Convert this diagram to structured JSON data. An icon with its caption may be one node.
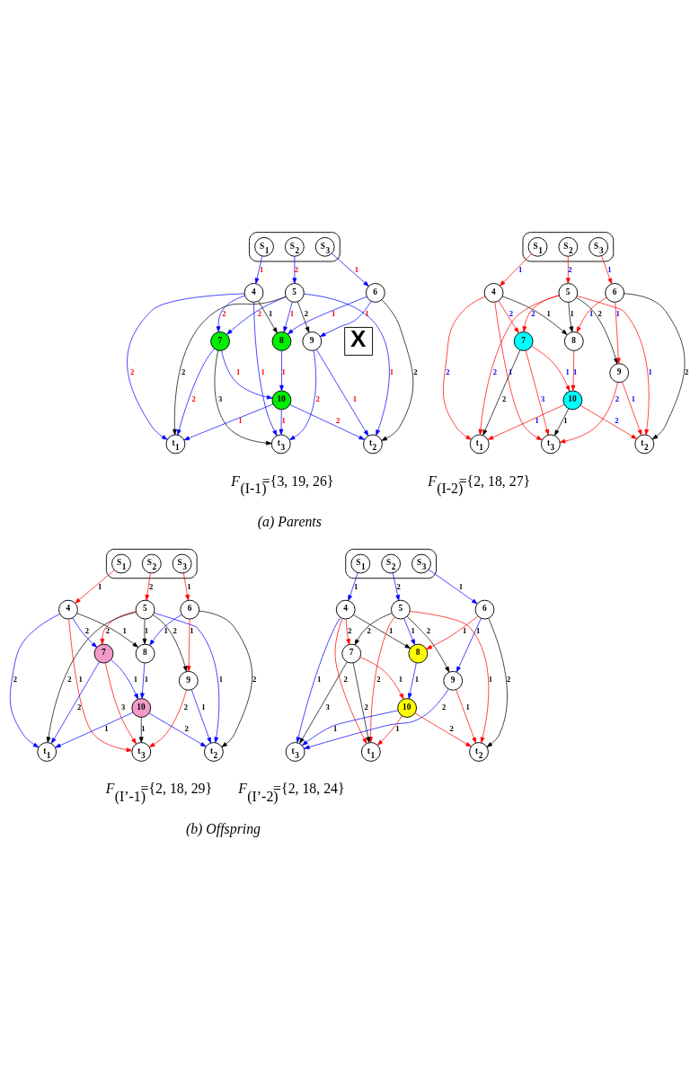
{
  "diagram": {
    "nodes": [
      {
        "text": [],
        "shape": "ellipse"
      },
      {
        "text": [
          "S$_{1}$"
        ],
        "in": 0
      },
      {
        "text": [
          "S$_{2}$"
        ],
        "in": 0
      },
      {
        "text": [
          "S$_{3}$"
        ],
        "in": 0
      },
      {
        "text": [
          "4"
        ]
      },
      {
        "text": [
          "5"
        ]
      },
      {
        "text": [
          "6"
        ]
      },
      {
        "text": [
          "7"
        ]
      },
      {
        "text": [
          "8"
        ]
      },
      {
        "text": [
          "9"
        ]
      },
      {
        "text": [
          "10"
        ]
      },
      {
        "text": [
          "t$_{1}$"
        ]
      },
      {
        "text": [
          "t$_{2}$"
        ]
      },
      {
        "text": [
          "t$_{3}$"
        ]
      },
      {
        "text": [
          "X"
        ]
      },
      {
        "text": [],
        "shape": "ellipse"
      },
      {
        "text": [
          "S$_{1}$"
        ],
        "in": 15
      },
      {
        "text": [
          "S$_{2}$"
        ],
        "in": 15
      },
      {
        "text": [
          "S$_{3}$"
        ],
        "in": 15
      },
      {
        "text": [
          "4"
        ]
      },
      {
        "text": [
          "5"
        ]
      },
      {
        "text": [
          "6"
        ]
      },
      {
        "text": [
          "7"
        ]
      },
      {
        "text": [
          "8"
        ]
      },
      {
        "text": [
          "9"
        ]
      },
      {
        "text": [
          "10"
        ]
      },
      {
        "text": [
          "t$_{1}$"
        ]
      },
      {
        "text": [
          "t$_{2}$"
        ]
      },
      {
        "text": [
          "t$_{3}$"
        ]
      },
      {
        "text": [],
        "shape": "ellipse"
      },
      {
        "text": [
          "S$_{1}$"
        ],
        "in": 29
      },
      {
        "text": [
          "S$_{2}$"
        ],
        "in": 29
      },
      {
        "text": [
          "S$_{3}$"
        ],
        "in": 29
      },
      {
        "text": [
          "4"
        ]
      },
      {
        "text": [
          "5"
        ]
      },
      {
        "text": [
          "6"
        ]
      },
      {
        "text": [
          "7"
        ]
      },
      {
        "text": [
          "8"
        ]
      },
      {
        "text": [
          "9"
        ]
      },
      {
        "text": [
          "10"
        ]
      },
      {
        "text": [
          "t$_{1}$"
        ]
      },
      {
        "text": [
          "t$_{2}$"
        ]
      },
      {
        "text": [
          "t$_{3}$"
        ]
      },
      {
        "text": [],
        "shape": "ellipse"
      },
      {
        "text": [
          "S$_{1}$"
        ],
        "in": 43
      },
      {
        "text": [
          "S$_{2}$"
        ],
        "in": 43
      },
      {
        "text": [
          "S$_{3}$"
        ],
        "in": 43
      },
      {
        "text": [
          "4"
        ]
      },
      {
        "text": [
          "5"
        ]
      },
      {
        "text": [
          "6"
        ]
      },
      {
        "text": [
          "7"
        ]
      },
      {
        "text": [
          "8"
        ]
      },
      {
        "text": [
          "9"
        ]
      },
      {
        "text": [
          "10"
        ]
      },
      {
        "text": [
          "t$_{1}$"
        ]
      },
      {
        "text": [
          "t$_{2}$"
        ]
      },
      {
        "text": [
          "t$_{3}$"
        ]
      }
    ],
    "edges": [
      {
        "from": 1,
        "to": 4,
        "arrow": "to",
        "label": "1",
        "color": "#0000ff"
      },
      {
        "from": 2,
        "to": 5,
        "arrow": "to",
        "label": "2",
        "color": "#0000ff"
      },
      {
        "from": 3,
        "to": 6,
        "arrow": "to",
        "label": "1",
        "color": "#0000ff"
      },
      {
        "from": 4,
        "to": 11,
        "arrow": "to",
        "label": "2",
        "color": "#0000ff"
      },
      {
        "from": 4,
        "to": 13,
        "arrow": "to",
        "label": "1",
        "color": "#0000ff"
      },
      {
        "from": 4,
        "to": 7,
        "arrow": "to",
        "label": "2",
        "color": "#0000ff"
      },
      {
        "from": 4,
        "to": 8,
        "arrow": "to",
        "label": "1",
        "color": "#000000"
      },
      {
        "from": 5,
        "to": 7,
        "arrow": "to",
        "label": "2",
        "color": "#0000ff"
      },
      {
        "from": 5,
        "to": 11,
        "arrow": "to",
        "label": "2",
        "color": "#000000"
      },
      {
        "from": 5,
        "to": 8,
        "arrow": "to",
        "label": "1",
        "color": "#0000ff"
      },
      {
        "from": 5,
        "to": 12,
        "arrow": "to",
        "label": "1",
        "color": "#0000ff"
      },
      {
        "from": 5,
        "to": 9,
        "arrow": "to",
        "label": "2",
        "color": "#000000"
      },
      {
        "from": 6,
        "to": 8,
        "arrow": "to",
        "label": "1",
        "color": "#0000ff"
      },
      {
        "from": 6,
        "to": 9,
        "arrow": "to",
        "label": "1",
        "color": "#0000ff"
      },
      {
        "from": 6,
        "to": 12,
        "arrow": "to",
        "label": "2",
        "color": "#000000"
      },
      {
        "from": 7,
        "to": 11,
        "arrow": "to",
        "label": "2",
        "color": "#0000ff"
      },
      {
        "from": 7,
        "to": 13,
        "arrow": "to",
        "label": "3",
        "color": "#000000"
      },
      {
        "from": 7,
        "to": 10,
        "arrow": "to",
        "label": "1",
        "color": "#0000ff"
      },
      {
        "from": 8,
        "to": 10,
        "arrow": "to",
        "label": "1",
        "color": "#0000ff"
      },
      {
        "from": 9,
        "to": 13,
        "arrow": "to",
        "label": "2",
        "color": "#0000ff"
      },
      {
        "from": 9,
        "to": 12,
        "arrow": "to",
        "label": "1",
        "color": "#0000ff"
      },
      {
        "from": 10,
        "to": 11,
        "arrow": "to",
        "label": "1",
        "color": "#0000ff"
      },
      {
        "from": 10,
        "to": 13,
        "arrow": "to",
        "label": "1",
        "color": "#0000ff"
      },
      {
        "from": 10,
        "to": 12,
        "arrow": "to",
        "label": "2",
        "color": "#0000ff"
      },
      {
        "from": 16,
        "to": 19,
        "arrow": "to",
        "label": "1",
        "color": "#ff0000"
      },
      {
        "from": 17,
        "to": 20,
        "arrow": "to",
        "label": "2",
        "color": "#ff0000"
      },
      {
        "from": 18,
        "to": 21,
        "arrow": "to",
        "label": "1",
        "color": "#ff0000"
      },
      {
        "from": 19,
        "to": 26,
        "arrow": "to",
        "label": "2",
        "color": "#ff0000"
      },
      {
        "from": 19,
        "to": 28,
        "arrow": "to",
        "label": "1",
        "color": "#ff0000"
      },
      {
        "from": 19,
        "to": 22,
        "arrow": "to",
        "label": "2",
        "color": "#ff0000"
      },
      {
        "from": 19,
        "to": 23,
        "arrow": "to",
        "label": "1",
        "color": "#000000"
      },
      {
        "from": 20,
        "to": 22,
        "arrow": "to",
        "label": "2",
        "color": "#ff0000"
      },
      {
        "from": 20,
        "to": 26,
        "arrow": "to",
        "label": "2",
        "color": "#ff0000"
      },
      {
        "from": 20,
        "to": 23,
        "arrow": "to",
        "label": "1",
        "color": "#000000"
      },
      {
        "from": 20,
        "to": 27,
        "arrow": "to",
        "label": "1",
        "color": "#ff0000"
      },
      {
        "from": 20,
        "to": 24,
        "arrow": "to",
        "label": "2",
        "color": "#000000"
      },
      {
        "from": 21,
        "to": 23,
        "arrow": "to",
        "label": "1",
        "color": "#ff0000"
      },
      {
        "from": 21,
        "to": 24,
        "arrow": "to",
        "label": "1",
        "color": "#ff0000"
      },
      {
        "from": 21,
        "to": 27,
        "arrow": "to",
        "label": "2",
        "color": "#000000"
      },
      {
        "from": 22,
        "to": 26,
        "arrow": "to",
        "label": "2",
        "color": "#000000"
      },
      {
        "from": 22,
        "to": 28,
        "arrow": "to",
        "label": "3",
        "color": "#ff0000"
      },
      {
        "from": 22,
        "to": 25,
        "arrow": "to",
        "label": "1",
        "color": "#ff0000"
      },
      {
        "from": 23,
        "to": 25,
        "arrow": "to",
        "label": "1",
        "color": "#ff0000"
      },
      {
        "from": 24,
        "to": 28,
        "arrow": "to",
        "label": "2",
        "color": "#ff0000"
      },
      {
        "from": 24,
        "to": 27,
        "arrow": "to",
        "label": "1",
        "color": "#ff0000"
      },
      {
        "from": 25,
        "to": 26,
        "arrow": "to",
        "label": "1",
        "color": "#ff0000"
      },
      {
        "from": 25,
        "to": 28,
        "arrow": "to",
        "label": "1",
        "color": "#000000"
      },
      {
        "from": 25,
        "to": 27,
        "arrow": "to",
        "label": "2",
        "color": "#ff0000"
      },
      {
        "from": 30,
        "to": 33,
        "arrow": "to",
        "label": "1",
        "color": "#ff0000"
      },
      {
        "from": 31,
        "to": 34,
        "arrow": "to",
        "label": "2",
        "color": "#ff0000"
      },
      {
        "from": 32,
        "to": 35,
        "arrow": "to",
        "label": "1",
        "color": "#ff0000"
      },
      {
        "from": 33,
        "to": 40,
        "arrow": "to",
        "label": "2",
        "color": "#0000ff"
      },
      {
        "from": 33,
        "to": 42,
        "arrow": "to",
        "label": "1",
        "color": "#ff0000"
      },
      {
        "from": 33,
        "to": 36,
        "arrow": "to",
        "label": "2",
        "color": "#0000ff"
      },
      {
        "from": 33,
        "to": 37,
        "arrow": "to",
        "label": "1",
        "color": "#000000"
      },
      {
        "from": 34,
        "to": 36,
        "arrow": "to",
        "label": "2",
        "color": "#ff0000"
      },
      {
        "from": 34,
        "to": 40,
        "arrow": "to",
        "label": "2",
        "color": "#000000"
      },
      {
        "from": 34,
        "to": 37,
        "arrow": "to",
        "label": "1",
        "color": "#000000"
      },
      {
        "from": 34,
        "to": 41,
        "arrow": "to",
        "label": "1",
        "color": "#0000ff"
      },
      {
        "from": 34,
        "to": 38,
        "arrow": "to",
        "label": "2",
        "color": "#000000"
      },
      {
        "from": 35,
        "to": 37,
        "arrow": "to",
        "label": "1",
        "color": "#0000ff"
      },
      {
        "from": 35,
        "to": 38,
        "arrow": "to",
        "label": "1",
        "color": "#ff0000"
      },
      {
        "from": 35,
        "to": 41,
        "arrow": "to",
        "label": "2",
        "color": "#000000"
      },
      {
        "from": 36,
        "to": 40,
        "arrow": "to",
        "label": "2",
        "color": "#0000ff"
      },
      {
        "from": 36,
        "to": 42,
        "arrow": "to",
        "label": "3",
        "color": "#ff0000"
      },
      {
        "from": 36,
        "to": 39,
        "arrow": "to",
        "label": "1",
        "color": "#0000ff"
      },
      {
        "from": 37,
        "to": 39,
        "arrow": "to",
        "label": "1",
        "color": "#0000ff"
      },
      {
        "from": 38,
        "to": 42,
        "arrow": "to",
        "label": "2",
        "color": "#ff0000"
      },
      {
        "from": 38,
        "to": 41,
        "arrow": "to",
        "label": "1",
        "color": "#0000ff"
      },
      {
        "from": 39,
        "to": 40,
        "arrow": "to",
        "label": "1",
        "color": "#0000ff"
      },
      {
        "from": 39,
        "to": 42,
        "arrow": "to",
        "label": "1",
        "color": "#000000"
      },
      {
        "from": 39,
        "to": 41,
        "arrow": "to",
        "label": "2",
        "color": "#0000ff"
      },
      {
        "from": 44,
        "to": 47,
        "arrow": "to",
        "label": "1",
        "color": "#0000ff"
      },
      {
        "from": 45,
        "to": 48,
        "arrow": "to",
        "label": "2",
        "color": "#0000ff"
      },
      {
        "from": 46,
        "to": 49,
        "arrow": "to",
        "label": "1",
        "color": "#0000ff"
      },
      {
        "from": 47,
        "to": 54,
        "arrow": "to",
        "label": "2",
        "color": "#ff0000"
      },
      {
        "from": 47,
        "to": 56,
        "arrow": "to",
        "label": "1",
        "color": "#0000ff"
      },
      {
        "from": 47,
        "to": 50,
        "arrow": "to",
        "label": "2",
        "color": "#ff0000"
      },
      {
        "from": 47,
        "to": 51,
        "arrow": "to",
        "label": "1",
        "color": "#000000"
      },
      {
        "from": 48,
        "to": 50,
        "arrow": "to",
        "label": "2",
        "color": "#000000"
      },
      {
        "from": 48,
        "to": 54,
        "arrow": "to",
        "label": "2",
        "color": "#ff0000"
      },
      {
        "from": 48,
        "to": 51,
        "arrow": "to",
        "label": "1",
        "color": "#0000ff"
      },
      {
        "from": 48,
        "to": 55,
        "arrow": "to",
        "label": "1",
        "color": "#ff0000"
      },
      {
        "from": 48,
        "to": 52,
        "arrow": "to",
        "label": "2",
        "color": "#000000"
      },
      {
        "from": 49,
        "to": 51,
        "arrow": "to",
        "label": "1",
        "color": "#ff0000"
      },
      {
        "from": 49,
        "to": 52,
        "arrow": "to",
        "label": "1",
        "color": "#0000ff"
      },
      {
        "from": 49,
        "to": 55,
        "arrow": "to",
        "label": "2",
        "color": "#000000"
      },
      {
        "from": 50,
        "to": 54,
        "arrow": "to",
        "label": "2",
        "color": "#000000"
      },
      {
        "from": 50,
        "to": 56,
        "arrow": "to",
        "label": "3",
        "color": "#000000"
      },
      {
        "from": 50,
        "to": 53,
        "arrow": "to",
        "label": "1",
        "color": "#ff0000"
      },
      {
        "from": 51,
        "to": 53,
        "arrow": "to",
        "label": "1",
        "color": "#0000ff"
      },
      {
        "from": 52,
        "to": 56,
        "arrow": "to",
        "label": "2",
        "color": "#0000ff"
      },
      {
        "from": 52,
        "to": 55,
        "arrow": "to",
        "label": "1",
        "color": "#ff0000"
      },
      {
        "from": 53,
        "to": 54,
        "arrow": "to",
        "label": "1",
        "color": "#ff0000"
      },
      {
        "from": 53,
        "to": 56,
        "arrow": "to",
        "label": "1",
        "color": "#0000ff"
      },
      {
        "from": 53,
        "to": 55,
        "arrow": "to",
        "label": "2",
        "color": "#ff0000"
      }
    ],
    "labels": [
      "*F*$_{(I-1)}$={3, 19, 26}",
      "*F*$_{(I-2)}$={2, 18, 27}",
      "(a) Parents",
      "*F*$_{(I’-1)}$={2, 18, 29}",
      "*F*$_{(I’-2)}$={2, 18, 24}",
      "(b) Offspring"
    ]
  }
}
